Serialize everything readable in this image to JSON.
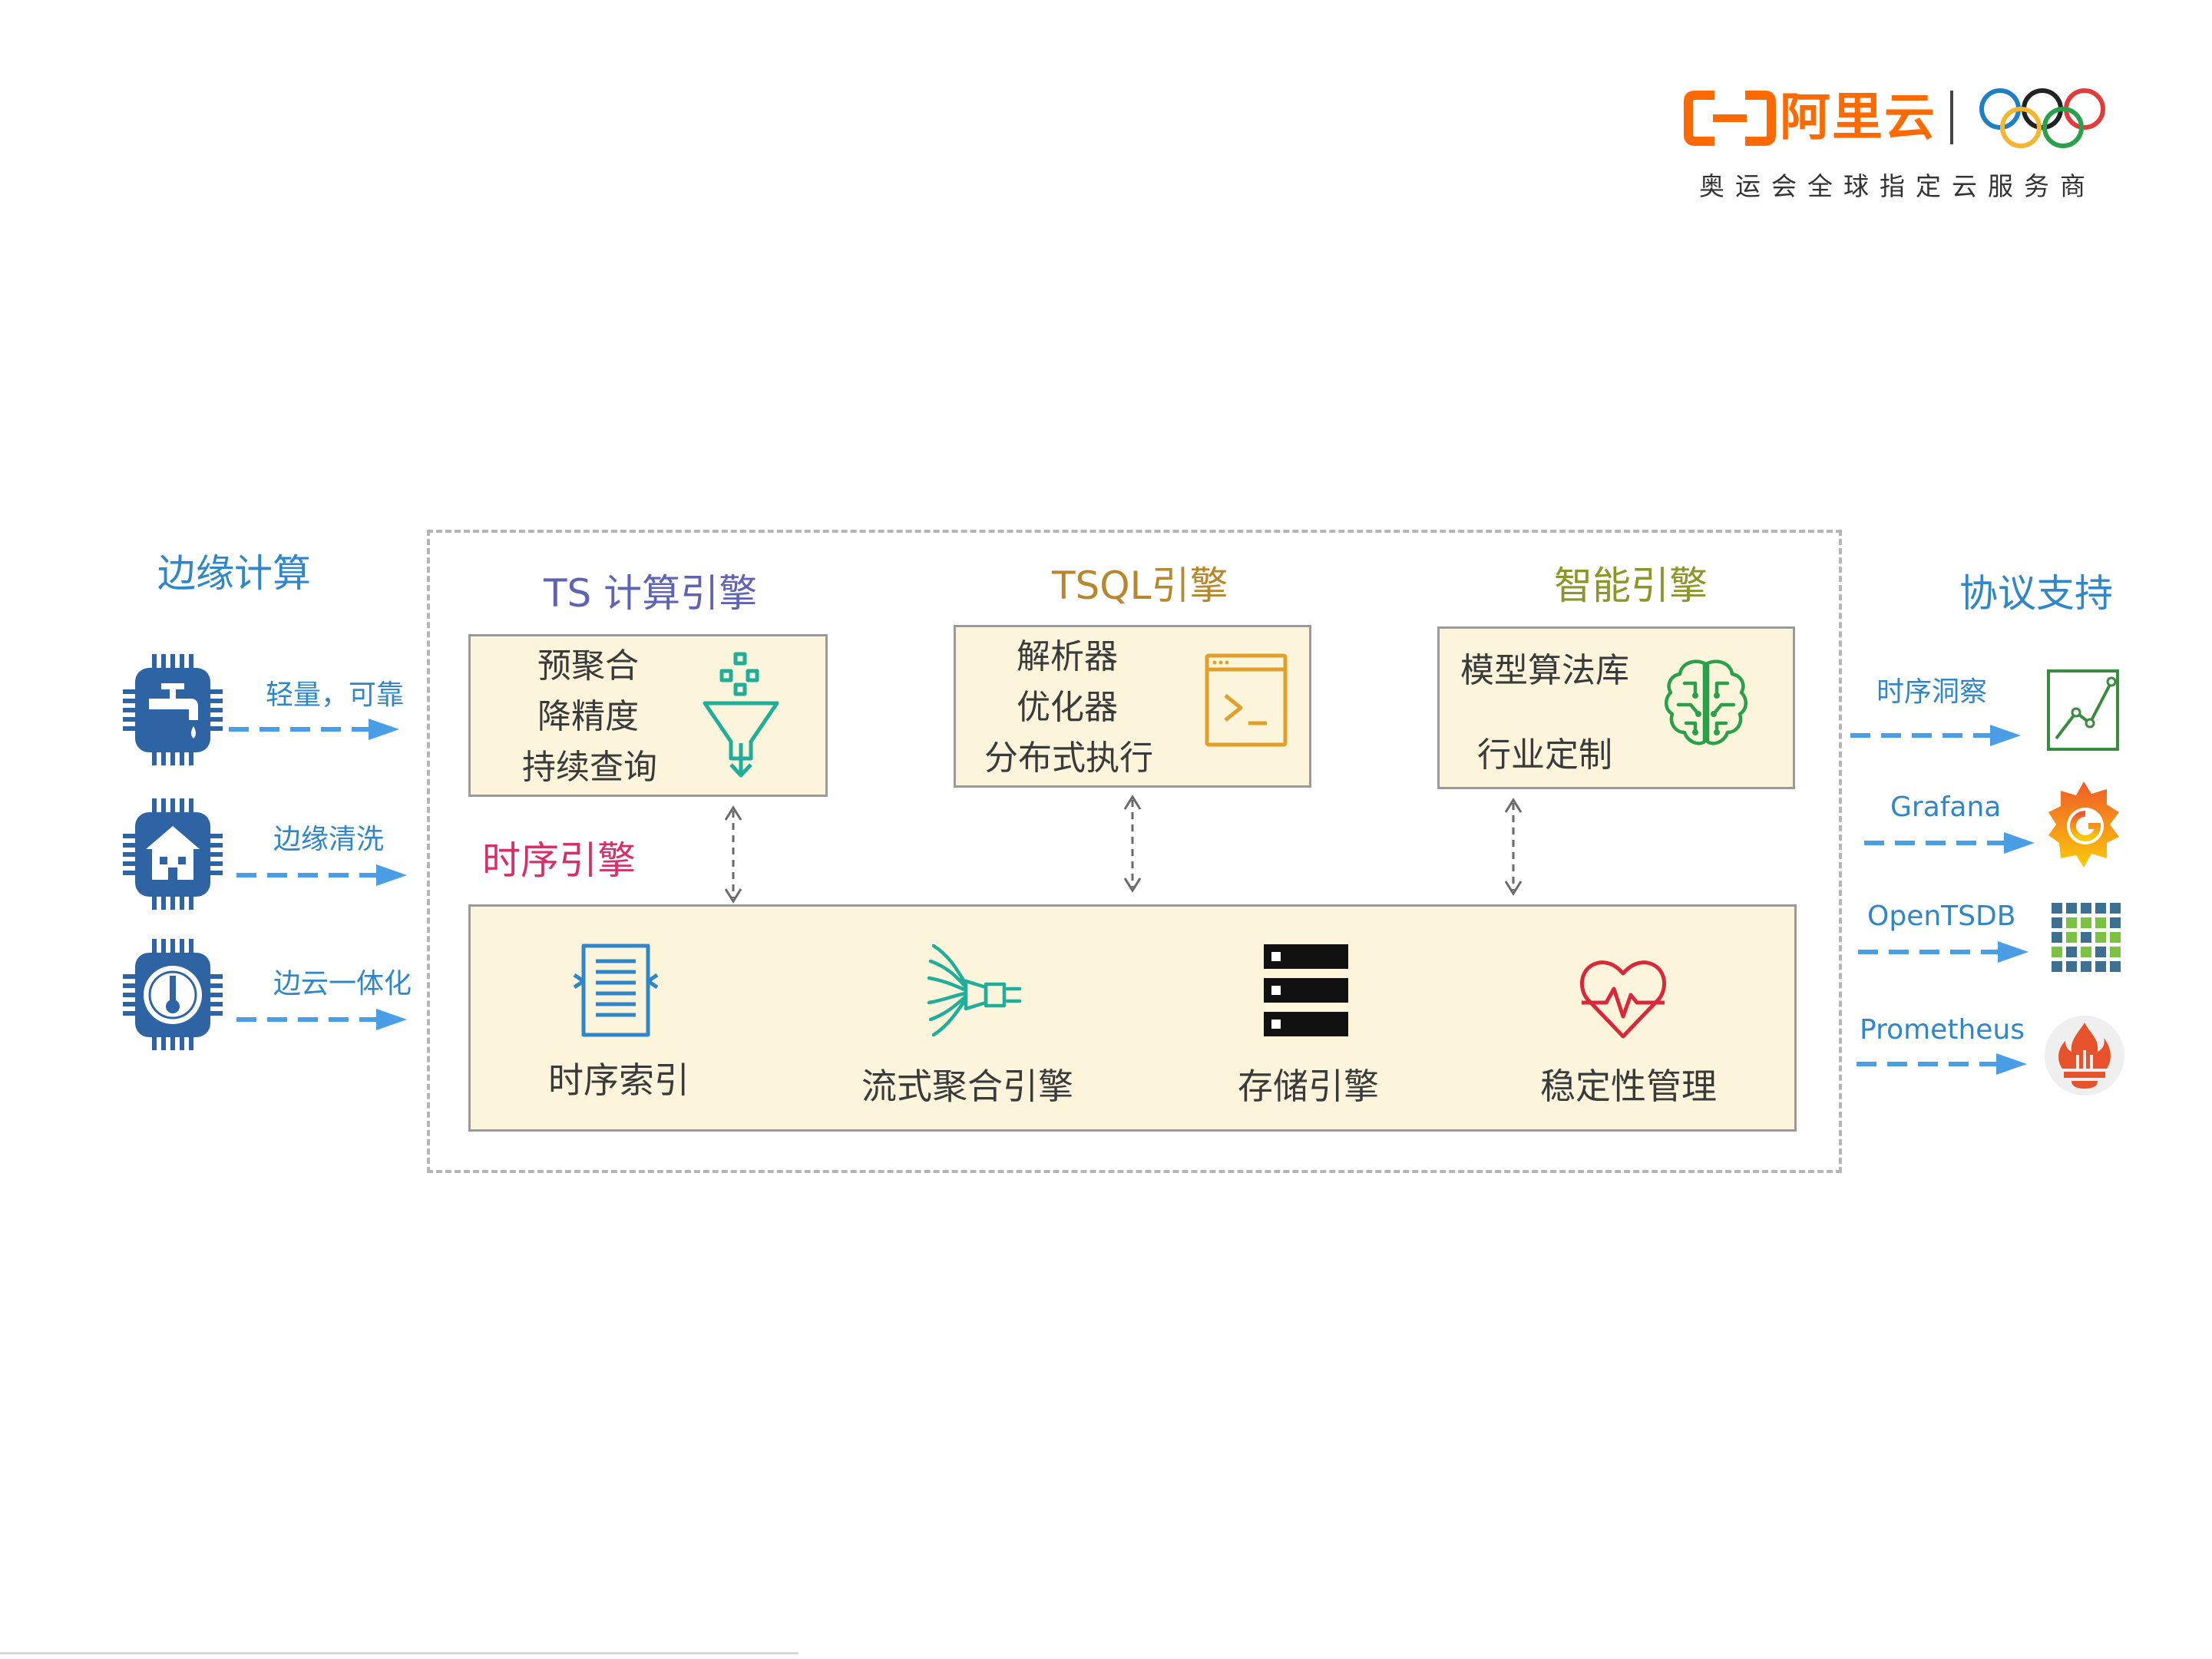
{
  "brand": {
    "name": "阿里云",
    "slogan": "奥运会全球指定云服务商",
    "accent": "#ff6a00"
  },
  "edge": {
    "title": "边缘计算",
    "items": [
      {
        "label": "轻量，可靠",
        "icon": "faucet-chip-icon"
      },
      {
        "label": "边缘清洗",
        "icon": "house-chip-icon"
      },
      {
        "label": "边云一体化",
        "icon": "thermometer-chip-icon"
      }
    ]
  },
  "engines": {
    "ts": {
      "title": "TS 计算引擎",
      "lines": [
        "预聚合",
        "降精度",
        "持续查询"
      ],
      "icon": "funnel-icon"
    },
    "tsql": {
      "title": "TSQL引擎",
      "lines": [
        "解析器",
        "优化器",
        "分布式执行"
      ],
      "icon": "terminal-icon"
    },
    "ai": {
      "title": "智能引擎",
      "lines": [
        "模型算法库",
        "行业定制"
      ],
      "icon": "brain-circuit-icon"
    }
  },
  "core": {
    "title": "时序引擎",
    "items": [
      {
        "label": "时序索引",
        "icon": "document-index-icon"
      },
      {
        "label": "流式聚合引擎",
        "icon": "stream-funnel-icon"
      },
      {
        "label": "存储引擎",
        "icon": "server-stack-icon"
      },
      {
        "label": "稳定性管理",
        "icon": "heartbeat-icon"
      }
    ]
  },
  "protocols": {
    "title": "协议支持",
    "items": [
      {
        "label": "时序洞察",
        "icon": "line-chart-icon"
      },
      {
        "label": "Grafana",
        "icon": "grafana-icon"
      },
      {
        "label": "OpenTSDB",
        "icon": "opentsdb-icon"
      },
      {
        "label": "Prometheus",
        "icon": "prometheus-icon"
      }
    ]
  },
  "colors": {
    "edge_blue": "#2f86c8",
    "arrow_blue": "#4a9ee6",
    "box_fill": "#fdf4dc",
    "ts_title": "#5e63b6",
    "tsql_title": "#b8862d",
    "ai_title": "#8a9628",
    "core_title": "#d6306a",
    "teal": "#1fae9a"
  }
}
